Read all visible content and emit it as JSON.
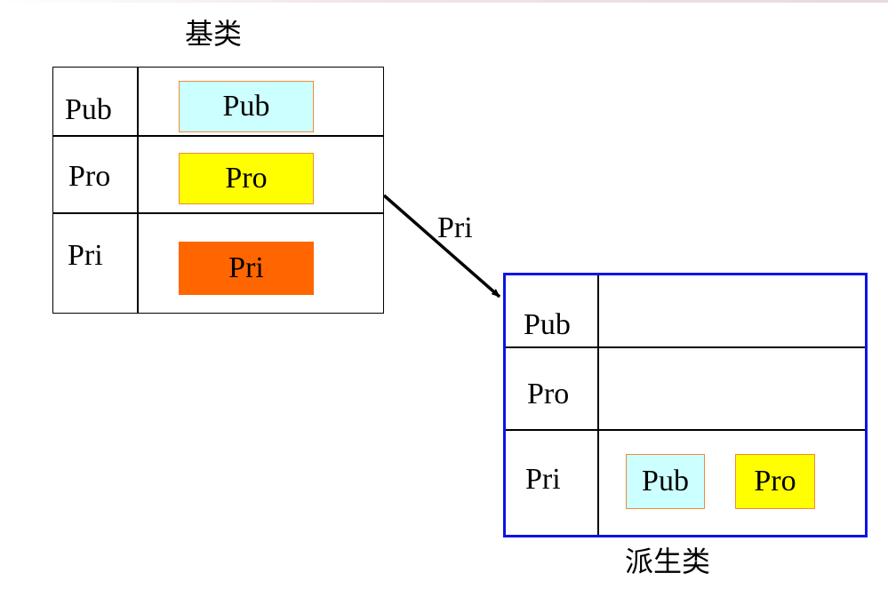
{
  "base_class": {
    "title": "基类",
    "rows": [
      {
        "label": "Pub",
        "member": "Pub",
        "member_color": "#ccffff"
      },
      {
        "label": "Pro",
        "member": "Pro",
        "member_color": "#ffff00"
      },
      {
        "label": "Pri",
        "member": "Pri",
        "member_color": "#ff6600"
      }
    ]
  },
  "inheritance": {
    "label": "Pri"
  },
  "derived_class": {
    "title": "派生类",
    "border_color": "#0a14e6",
    "rows": [
      {
        "label": "Pub"
      },
      {
        "label": "Pro"
      },
      {
        "label": "Pri",
        "members": [
          {
            "text": "Pub",
            "color": "#ccffff"
          },
          {
            "text": "Pro",
            "color": "#ffff00"
          }
        ]
      }
    ]
  }
}
